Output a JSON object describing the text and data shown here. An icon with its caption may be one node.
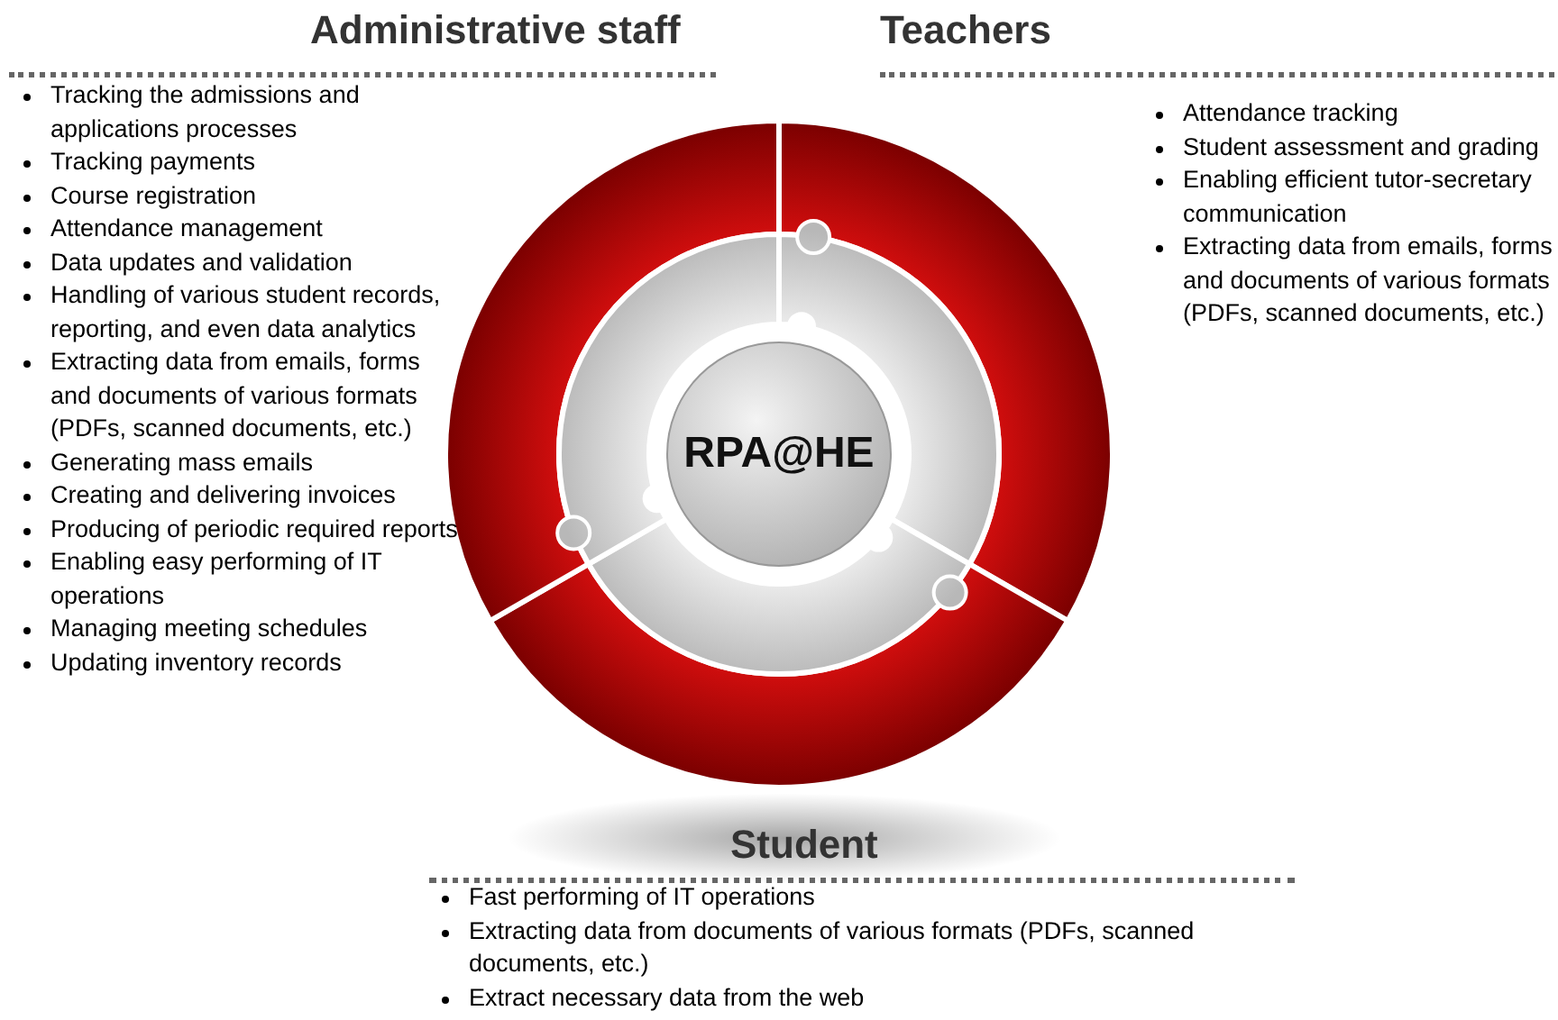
{
  "diagram": {
    "nodes": [
      {
        "text": [
          "RPA@HE"
        ]
      }
    ],
    "labels": [
      "Administrative staff",
      "Teachers",
      "Tracking the admissions and applications processes",
      "Tracking payments",
      "Course registration",
      "Attendance management",
      "Data updates and validation",
      "Handling of various student records, reporting, and even data analytics",
      "Extracting data from emails, forms and documents of various formats (PDFs, scanned documents, etc.)",
      "Generating mass emails",
      "Creating and delivering invoices",
      "Producing of periodic required reports",
      "Enabling easy performing of IT operations",
      "Managing meeting schedules",
      "Updating inventory records",
      "Attendance tracking",
      "Student assessment and grading",
      "Enabling efficient tutor-secretary communication",
      "Extracting data from emails, forms and documents of various formats (PDFs, scanned documents, etc.)",
      "Student",
      "Fast performing of IT operations",
      "Extracting data from documents of various formats (PDFs, scanned documents, etc.)",
      "Extract necessary data from the web"
    ]
  }
}
